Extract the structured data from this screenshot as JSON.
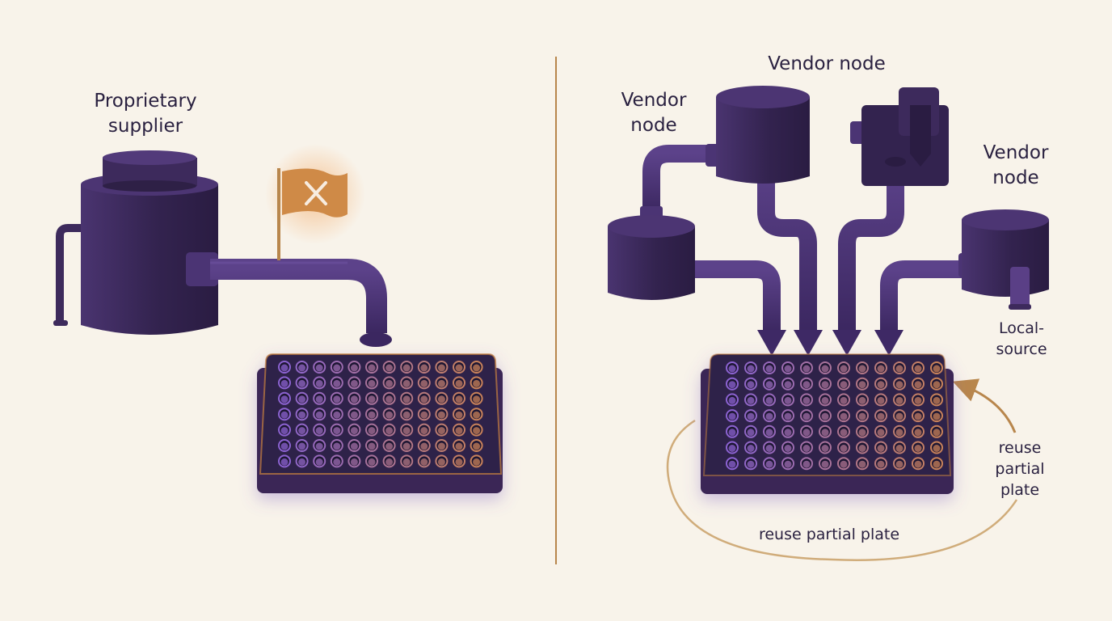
{
  "left_panel": {
    "supplier_label_line1": "Proprietary",
    "supplier_label_line2": "supplier"
  },
  "right_panel": {
    "vendor_node_top": "Vendor node",
    "vendor_node_left_line1": "Vendor",
    "vendor_node_left_line2": "node",
    "vendor_node_right_line1": "Vendor",
    "vendor_node_right_line2": "node",
    "local_source_line1": "Local-",
    "local_source_line2": "source",
    "reuse_side_line1": "reuse",
    "reuse_side_line2": "partial",
    "reuse_side_line3": "plate",
    "reuse_bottom": "reuse partial plate"
  },
  "colors": {
    "background": "#f8f3ea",
    "equipment": "#3a2757",
    "pipe": "#4a3272",
    "accent": "#c6813e",
    "divider": "#b8864c"
  }
}
